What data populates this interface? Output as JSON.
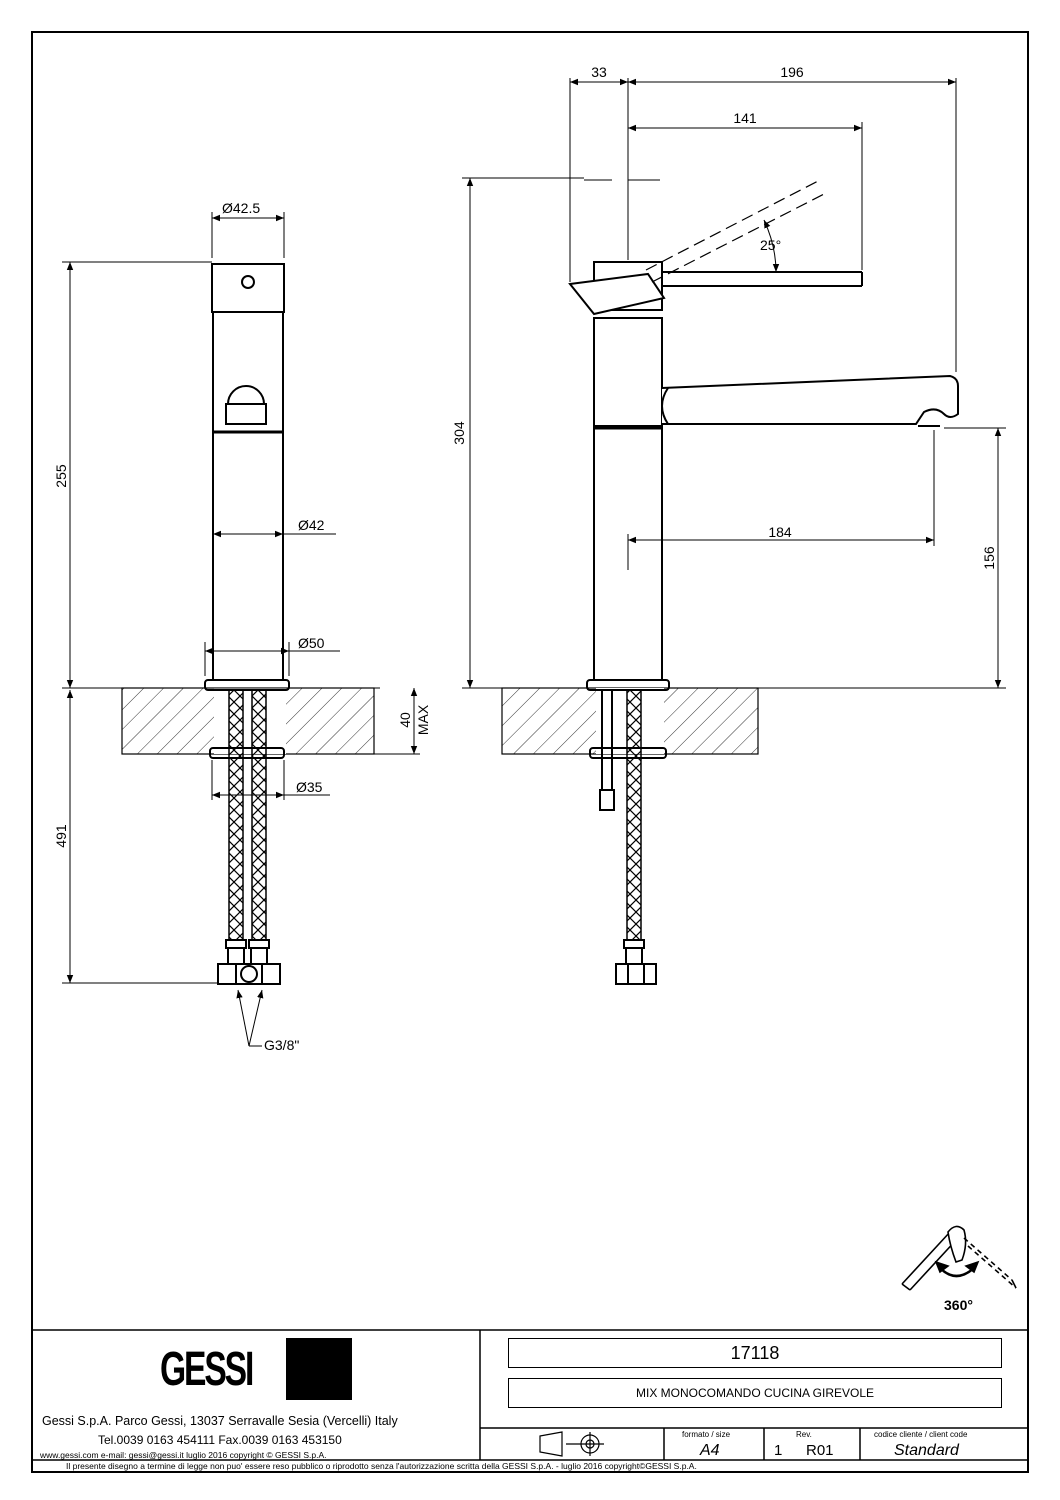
{
  "dimensions": {
    "d425": "Ø42.5",
    "d42": "Ø42",
    "d50": "Ø50",
    "d35": "Ø35",
    "h255": "255",
    "h491": "491",
    "h40": "40",
    "max": "MAX",
    "h304": "304",
    "h156": "156",
    "w33": "33",
    "w196": "196",
    "w141": "141",
    "w184": "184",
    "angle25": "25°",
    "thread": "G3/8\""
  },
  "rotation_label": "360°",
  "title_block": {
    "logo": "GESSI",
    "company_line": "Gessi S.p.A. Parco Gessi, 13037 Serravalle Sesia (Vercelli) Italy",
    "contact_line": "Tel.0039 0163 454111 Fax.0039 0163 453150",
    "web_line": "www.gessi.com e-mail: gessi@gessi.it luglio 2016 copyright © GESSI S.p.A.",
    "code": "17118",
    "description": "MIX MONOCOMANDO CUCINA GIREVOLE",
    "format_label": "formato / size",
    "format_value": "A4",
    "rev_label": "Rev.",
    "sheet_value": "1",
    "rev_value": "R01",
    "client_label": "codice cliente / client code",
    "client_value": "Standard",
    "footer": "Il presente disegno a termine di legge non puo' essere reso pubblico o riprodotto senza l'autorizzazione scritta della GESSI S.p.A. - luglio 2016 copyright©GESSI S.p.A."
  }
}
